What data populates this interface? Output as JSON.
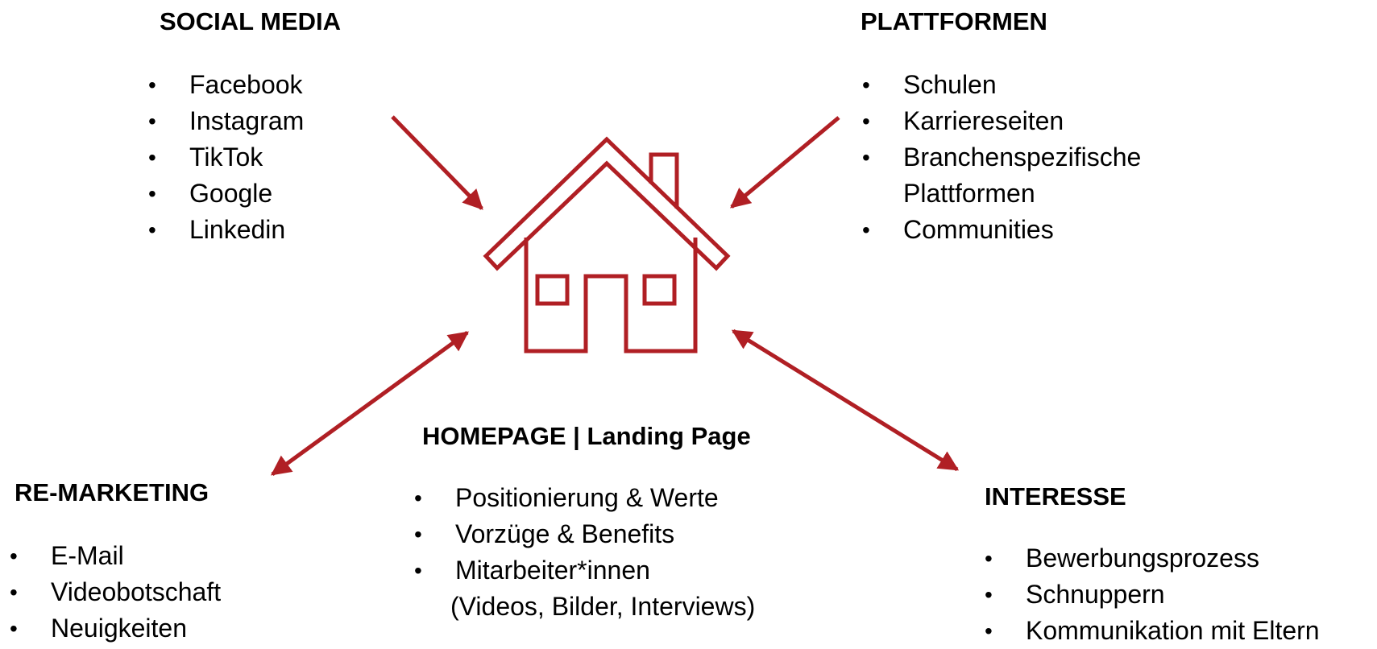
{
  "colors": {
    "accent": "#b01f24",
    "text": "#000000",
    "background": "#ffffff"
  },
  "center": {
    "icon": "house-icon",
    "heading": "HOMEPAGE | Landing Page",
    "items": [
      "Positionierung & Werte",
      "Vorzüge & Benefits",
      "Mitarbeiter*innen"
    ],
    "items_continuation": "(Videos, Bilder, Interviews)"
  },
  "social_media": {
    "heading": "SOCIAL MEDIA",
    "items": [
      "Facebook",
      "Instagram",
      "TikTok",
      "Google",
      "Linkedin"
    ]
  },
  "plattformen": {
    "heading": "PLATTFORMEN",
    "items": [
      "Schulen",
      "Karriereseiten",
      "Branchenspezifische",
      "Communities"
    ],
    "items_continuation": "Plattformen"
  },
  "re_marketing": {
    "heading": "RE-MARKETING",
    "items": [
      "E-Mail",
      "Videobotschaft",
      "Neuigkeiten"
    ]
  },
  "interesse": {
    "heading": "INTERESSE",
    "items": [
      "Bewerbungsprozess",
      "Schnuppern",
      "Kommunikation mit Eltern"
    ]
  },
  "connections": [
    {
      "from": "social_media",
      "to": "center",
      "direction": "to-center"
    },
    {
      "from": "plattformen",
      "to": "center",
      "direction": "to-center"
    },
    {
      "from": "re_marketing",
      "to": "center",
      "direction": "both"
    },
    {
      "from": "interesse",
      "to": "center",
      "direction": "both"
    }
  ]
}
